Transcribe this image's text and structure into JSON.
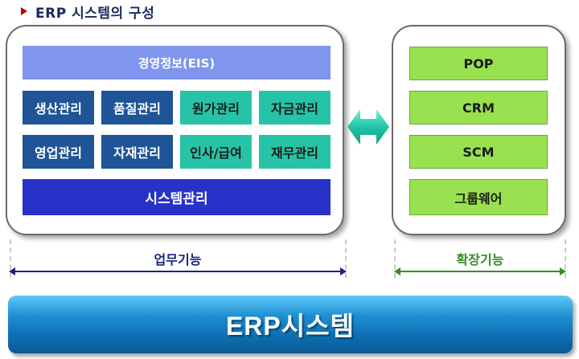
{
  "title": "ERP 시스템의 구성",
  "left_panel": {
    "top": "경영정보(EIS)",
    "row1": [
      "생산관리",
      "품질관리",
      "원가관리",
      "자금관리"
    ],
    "row2": [
      "영업관리",
      "자재관리",
      "인사/급여",
      "재무관리"
    ],
    "bottom": "시스템관리"
  },
  "right_panel": {
    "items": [
      "POP",
      "CRM",
      "SCM",
      "그룹웨어"
    ]
  },
  "ranges": {
    "business": "업무기능",
    "extension": "확장기능"
  },
  "base": "ERP시스템",
  "colors": {
    "eis": "#7f95ee",
    "module_blue": "#1f5496",
    "module_teal": "#27c3a6",
    "system": "#2832c8",
    "extension_green": "#99e14f",
    "business_label": "#1a237e",
    "extension_label": "#3a8a2a",
    "base_bar": "#0e6fb2"
  }
}
